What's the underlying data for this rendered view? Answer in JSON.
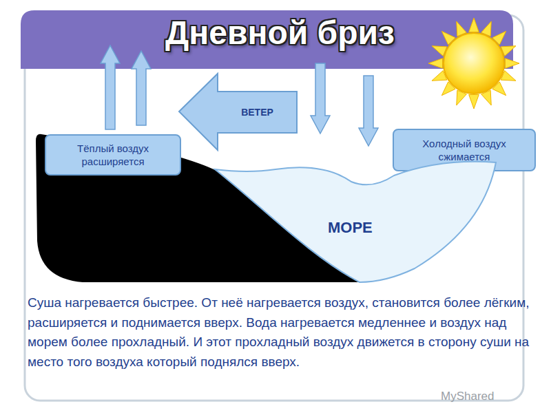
{
  "diagram": {
    "title": "Дневной бриз",
    "caption": "Суша нагревается быстрее. От неё нагревается воздух, становится более лёгким, расширяется и поднимается вверх. Вода нагревается медленнее  и воздух над морем более прохладный. И этот прохладный воздух движется в сторону суши на место того воздуха который поднялся вверх.",
    "nodes": [
      {
        "text": [
          "ВЕТЕР"
        ]
      },
      {
        "text": [
          "Холодный воздух сжимается"
        ]
      },
      {
        "text": [
          "Тёплый воздух расширяется"
        ]
      },
      {
        "text": [
          "МОРЕ"
        ]
      }
    ],
    "labels": [
      "MyShared"
    ]
  }
}
